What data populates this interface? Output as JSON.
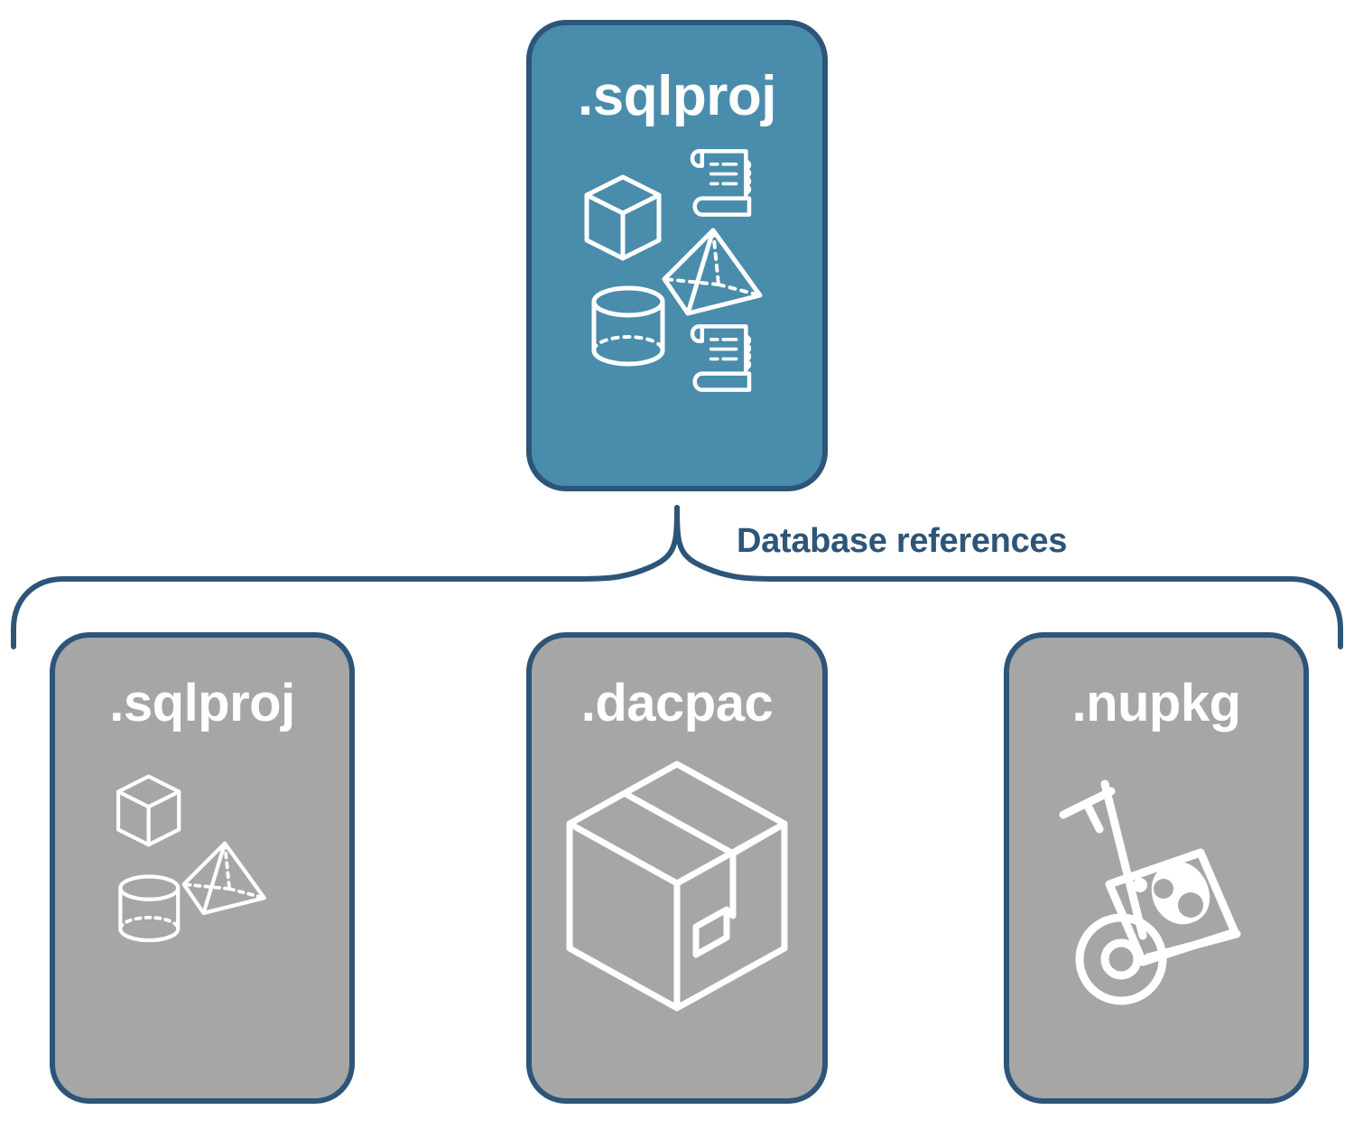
{
  "diagram": {
    "title": "SQL project database references diagram",
    "colors": {
      "primary_fill": "#4a8cac",
      "secondary_fill": "#a6a6a6",
      "stroke": "#2d5578",
      "icon": "#ffffff",
      "background": "#ffffff"
    },
    "connector": {
      "label": "Database references",
      "icon_name": "curly-brace-connector"
    },
    "parent": {
      "label": ".sqlproj",
      "style": "primary",
      "icons": [
        "scroll-icon",
        "cube-icon",
        "pyramid-icon",
        "cylinder-icon",
        "scroll-icon"
      ]
    },
    "children": [
      {
        "label": ".sqlproj",
        "style": "secondary",
        "icons": [
          "cube-icon",
          "pyramid-icon",
          "cylinder-icon"
        ]
      },
      {
        "label": ".dacpac",
        "style": "secondary",
        "icons": [
          "package-box-icon"
        ]
      },
      {
        "label": ".nupkg",
        "style": "secondary",
        "icons": [
          "hand-truck-nuget-icon"
        ]
      }
    ]
  }
}
